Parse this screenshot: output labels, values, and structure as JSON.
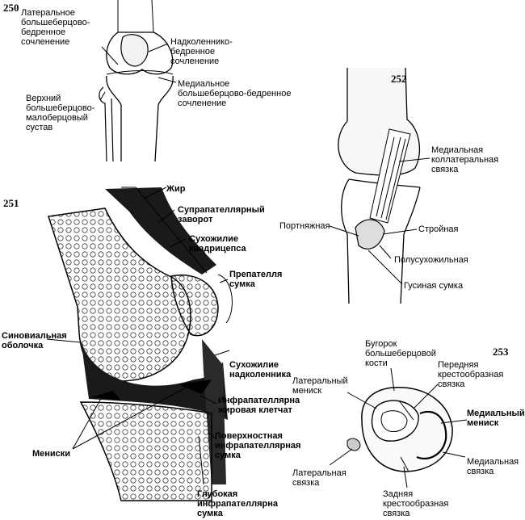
{
  "fig250": {
    "number": "250",
    "labels": {
      "lateral_tf": "Латеральное\nбольшеберцово-\nбедренное\nсочленение",
      "patellofemoral": "Надколеннико-\nбедренное\nсочленение",
      "medial_tf": "Медиальное\nбольшеберцово-бедренное\nсочленение",
      "tibiofibular": "Верхний\nбольшеберцово-\nмалоберцовый\nсустав"
    }
  },
  "fig251": {
    "number": "251",
    "labels": {
      "fat": "Жир",
      "suprapatellar": "Супрапателлярный\nзаворот",
      "quad_tendon": "Сухожилие\nквадрицепса",
      "prepatellar": "Препателля\nсумка",
      "synovial": "Синовиальная\nоболочка",
      "patellar_tendon": "Сухожилие\nнадколенника",
      "infrapatellar_fat": "Инфрапателлярна\nжировая клетчат",
      "superficial_bursa": "Поверхностная\nинфрапателлярная\nсумка",
      "menisci": "Мениски",
      "deep_bursa": "Глубокая\nинфрапателлярна\nсумка"
    }
  },
  "fig252": {
    "number": "252",
    "labels": {
      "mcl": "Медиальная\nколлатеральная\nсвязка",
      "sartorius": "Портняжная",
      "gracilis": "Стройная",
      "semitendinosus": "Полусухожильная",
      "pes_bursa": "Гусиная  сумка"
    }
  },
  "fig253": {
    "number": "253",
    "labels": {
      "tubercle": "Бугорок\nбольшеберцовой\nкости",
      "acl": "Передняя\nкрестообразная\nсвязка",
      "lat_meniscus": "Латеральный\nмениск",
      "med_meniscus": "Медиальный\nмениск",
      "med_lig": "Медиальная\nсвязка",
      "lat_lig": "Латеральная\nсвязка",
      "pcl": "Задняя\nкрестообразная\nсвязка"
    }
  },
  "colors": {
    "ink": "#000000",
    "paper": "#ffffff",
    "shade": "#1a1a1a"
  }
}
